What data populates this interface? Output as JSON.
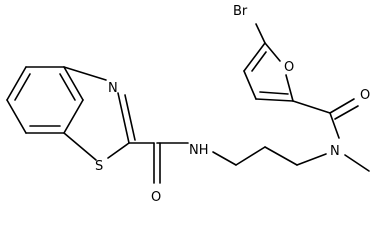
{
  "molecule": {
    "atoms": {
      "br": "Br",
      "o_furan": "O",
      "o_carbonyl_right": "O",
      "n_amide_right": "N",
      "n_thiazole": "N",
      "s_thiazole": "S",
      "nh_amide_left": "NH",
      "o_carbonyl_left": "O"
    }
  }
}
